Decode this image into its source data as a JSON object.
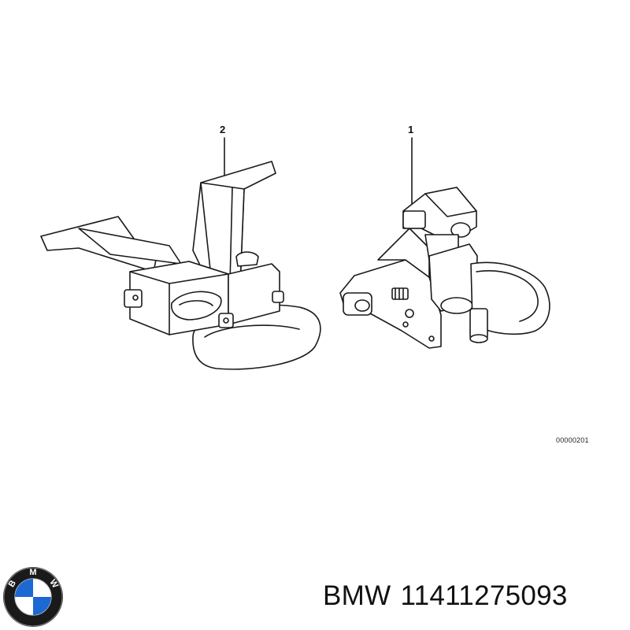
{
  "diagram": {
    "callouts": [
      {
        "number": "2",
        "part": "oil-pump-pickup-left"
      },
      {
        "number": "1",
        "part": "oil-pump-right"
      }
    ],
    "reference_code": "00000201"
  },
  "caption": {
    "brand": "BMW",
    "part_number": "11411275093"
  },
  "logo": {
    "letters": [
      "B",
      "M",
      "W"
    ],
    "colors": {
      "ring": "#1a1a1a",
      "blue": "#1c69d4",
      "white": "#ffffff"
    }
  },
  "colors": {
    "line": "#1a1a1a",
    "background": "#ffffff"
  }
}
